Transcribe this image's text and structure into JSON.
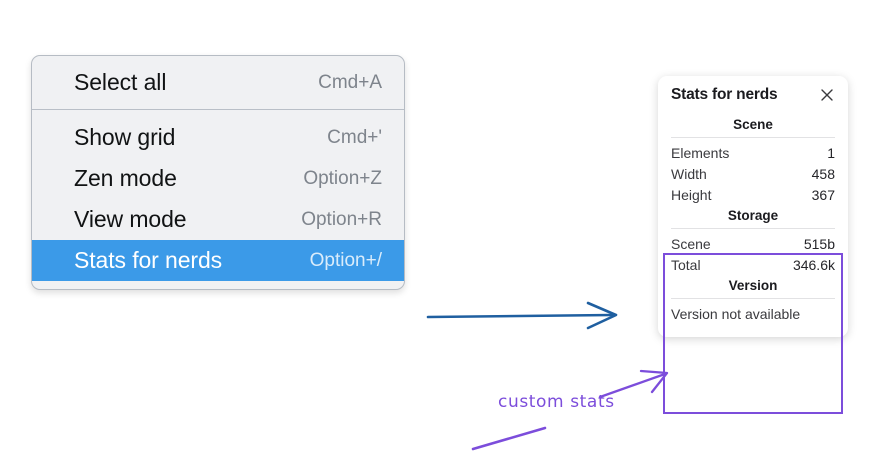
{
  "context_menu": {
    "groups": [
      {
        "items": [
          {
            "label": "Select all",
            "shortcut": "Cmd+A",
            "selected": false
          }
        ]
      },
      {
        "items": [
          {
            "label": "Show grid",
            "shortcut": "Cmd+'",
            "selected": false
          },
          {
            "label": "Zen mode",
            "shortcut": "Option+Z",
            "selected": false
          },
          {
            "label": "View mode",
            "shortcut": "Option+R",
            "selected": false
          },
          {
            "label": "Stats for nerds",
            "shortcut": "Option+/",
            "selected": true
          }
        ]
      }
    ],
    "highlight_color": "#3b9ae8"
  },
  "stats_panel": {
    "title": "Stats for nerds",
    "close_icon": "close-icon",
    "sections": [
      {
        "name": "Scene",
        "rows": [
          {
            "label": "Elements",
            "value": "1"
          },
          {
            "label": "Width",
            "value": "458"
          },
          {
            "label": "Height",
            "value": "367"
          }
        ]
      },
      {
        "name": "Storage",
        "rows": [
          {
            "label": "Scene",
            "value": "515b"
          },
          {
            "label": "Total",
            "value": "346.6k"
          }
        ]
      },
      {
        "name": "Version",
        "text": "Version not available"
      }
    ]
  },
  "annotations": {
    "custom_stats_label": "custom stats",
    "arrow_color_blue": "#1f5fa0",
    "arrow_color_purple": "#7c4ddb"
  }
}
